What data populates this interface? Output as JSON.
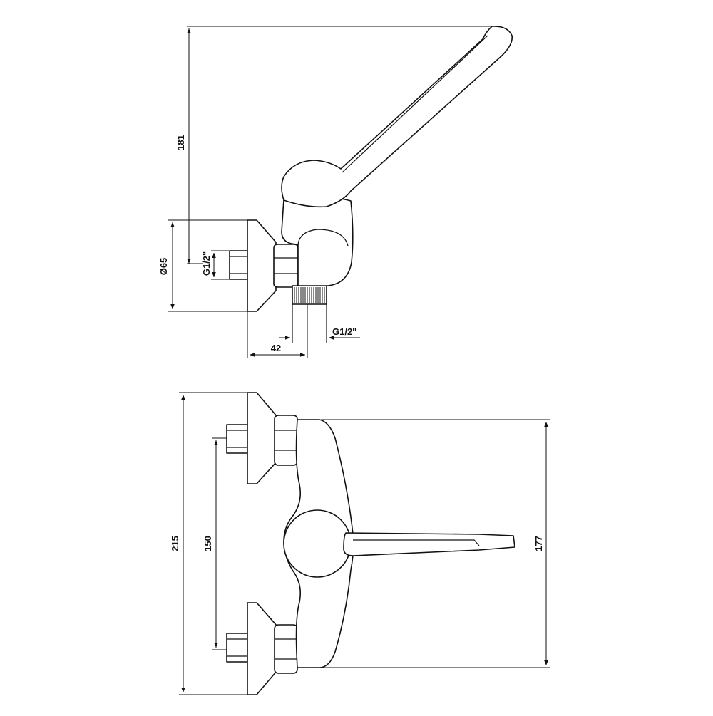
{
  "dimensions": {
    "side_view": {
      "height_181": "181",
      "diameter_65": "Ø65",
      "thread_inlet": "G1/2\"",
      "thread_outlet": "G1/2\"",
      "depth_42": "42"
    },
    "front_view": {
      "height_215": "215",
      "spacing_150": "150",
      "height_177": "177"
    }
  }
}
